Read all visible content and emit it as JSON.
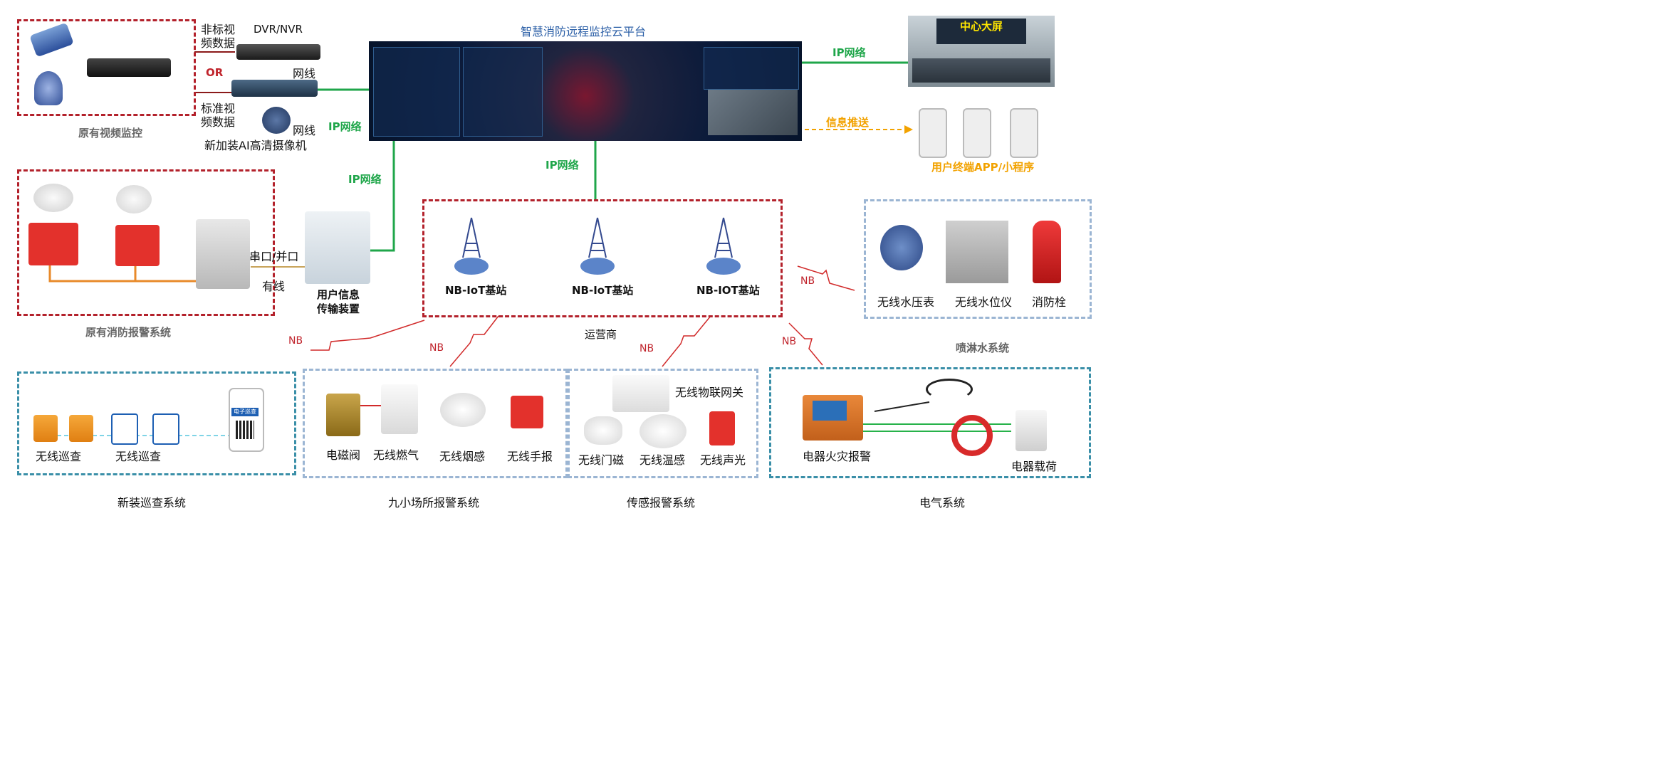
{
  "platform": {
    "title": "智慧消防远程监控云平台"
  },
  "video": {
    "section_label": "原有视频监控",
    "nonstd_label": "非标视\n频数据",
    "dvr_label": "DVR/NVR",
    "or_label": "OR",
    "std_label": "标准视\n频数据",
    "wire1": "网线",
    "wire2": "网线",
    "ai_camera": "新加装AI高清摄像机"
  },
  "network": {
    "ip1": "IP网络",
    "ip2": "IP网络",
    "ip3": "IP网络",
    "ip4": "IP网络",
    "info_push": "信息推送"
  },
  "screen": {
    "label": "中心大屏"
  },
  "app": {
    "label": "用户终端APP/小程序"
  },
  "fire_alarm": {
    "section_label": "原有消防报警系统",
    "serial": "串口/并口",
    "wired": "有线",
    "transfer_device": "用户信息\n传输装置"
  },
  "operator": {
    "label": "运营商",
    "stations": [
      "NB-IoT基站",
      "NB-IoT基站",
      "NB-IOT基站"
    ]
  },
  "sprinkler": {
    "section_label": "喷淋水系统",
    "items": [
      "无线水压表",
      "无线水位仪",
      "消防栓"
    ]
  },
  "nb_labels": [
    "NB",
    "NB",
    "NB",
    "NB",
    "NB"
  ],
  "patrol": {
    "section_label": "新装巡查系统",
    "items": [
      "无线巡查",
      "无线巡查"
    ],
    "phone_header": "电子巡查"
  },
  "nine_small": {
    "section_label": "九小场所报警系统",
    "items": [
      "电磁阀",
      "无线燃气",
      "无线烟感",
      "无线手报"
    ]
  },
  "sensor": {
    "section_label": "传感报警系统",
    "gateway": "无线物联网关",
    "items": [
      "无线门磁",
      "无线温感",
      "无线声光"
    ]
  },
  "electric": {
    "section_label": "电气系统",
    "items": [
      "电器火灾报警",
      "电器载荷"
    ]
  },
  "colors": {
    "red_box": "#b3212b",
    "teal_box": "#3a8fa8",
    "blue_box": "#9bb5d3",
    "ip_green": "#1fa64a",
    "push_orange": "#f2a200",
    "nb_red": "#c0242c"
  }
}
